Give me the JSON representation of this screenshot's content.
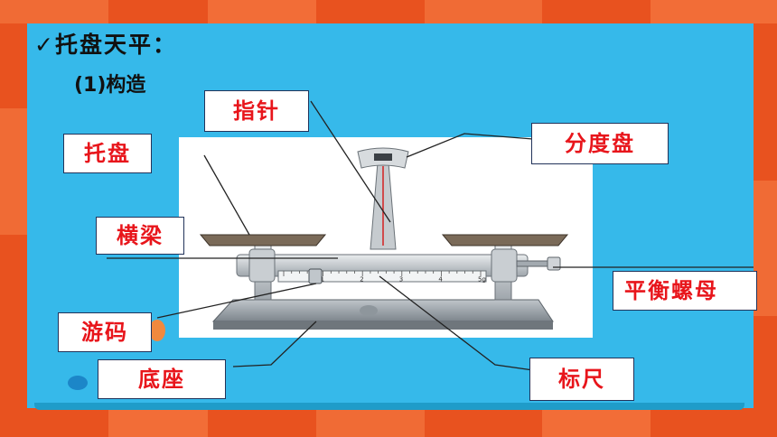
{
  "slide": {
    "title": "✓托盘天平：",
    "subtitle": "(1)构造"
  },
  "labels": {
    "pointer": "指针",
    "tray": "托盘",
    "dial": "分度盘",
    "beam": "横梁",
    "balance_nut": "平衡螺母",
    "rider": "游码",
    "base": "底座",
    "scale": "标尺"
  },
  "ruler_ticks": [
    "1",
    "2",
    "3",
    "4",
    "5g"
  ],
  "colors": {
    "frame": "#e8521f",
    "slide": "#36b9ea",
    "label_text": "#e8151b",
    "label_border": "#22335a"
  }
}
